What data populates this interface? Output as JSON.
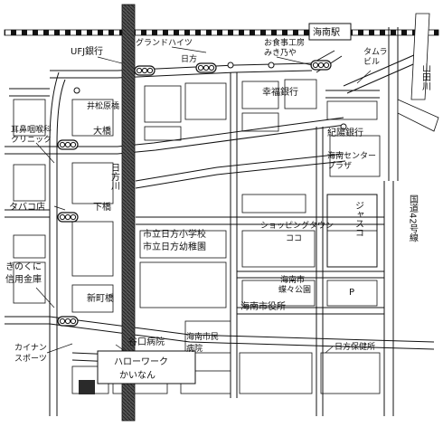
{
  "labels": {
    "station": "海南駅",
    "ufj_bank": "UFJ銀行",
    "grand_heights": "グランドハイツ",
    "hikata": "日方",
    "restaurant_line1": "お食事工房",
    "restaurant_line2": "みき乃や",
    "tamura_building": "タムラ\nビル",
    "yamada_river": "山田川",
    "kofuku_bank": "幸福銀行",
    "imatsubara_bridge": "井松原橋",
    "ohashi": "大橋",
    "kiyo_bank": "紀陽銀行",
    "ent_clinic_line1": "耳鼻咽喉科",
    "ent_clinic_line2": "クリニック",
    "kainan_center_plaza": "海南センター\nプラザ",
    "hikata_river": "日方川",
    "tobacco_shop": "タバコ店",
    "shimobashi": "下橋",
    "national_route": "国道42号線",
    "shopping_town": "ショッピングタウン",
    "koko": "ココ",
    "jasco": "ジャスコ",
    "elementary_school": "市立日方小学校",
    "kindergarten": "市立日方幼稚園",
    "kinokuni_line1": "きのくに",
    "kinokuni_line2": "信用金庫",
    "butterfly_park_line1": "海南市",
    "butterfly_park_line2": "蝶々公園",
    "parking": "P",
    "shinmachi_bridge": "新町橋",
    "city_hall": "海南市役所",
    "taniguchi_hospital": "谷口病院",
    "municipal_hospital_line1": "海南市民",
    "municipal_hospital_line2": "病院",
    "kainan_sports_line1": "カイナン",
    "kainan_sports_line2": "スポーツ",
    "hikata_health_center": "日方保健所",
    "hello_work_line1": "ハローワーク",
    "hello_work_line2": "かいなん"
  },
  "colors": {
    "ink": "#111111",
    "river_fill": "#4a4a4a",
    "highlight_box": "#2a2a2a",
    "background": "#ffffff"
  },
  "icons": [
    "traffic-signal-icon",
    "railway-track-icon",
    "parking-icon"
  ]
}
